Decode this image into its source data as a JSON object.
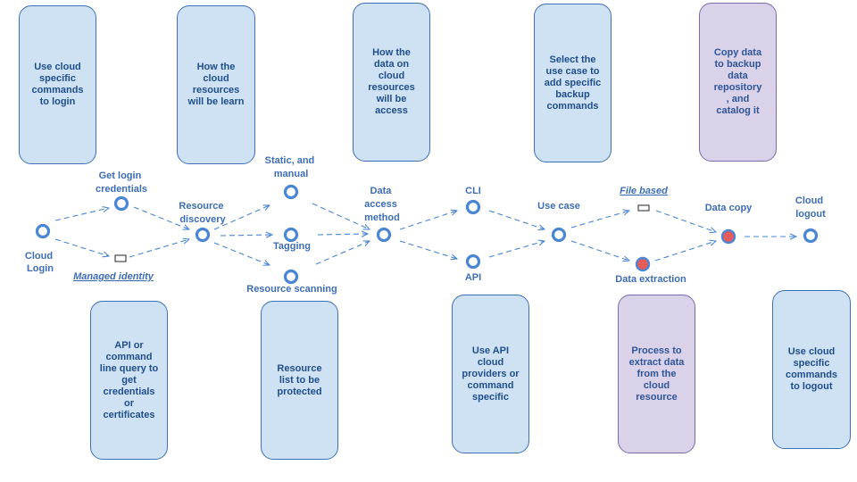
{
  "cards": {
    "login_commands": "Use cloud\nspecific\ncommands\nto login",
    "learn_resources": "How the\ncloud\nresources\nwill be learn",
    "access_data": "How the\ndata on\ncloud\nresources\nwill be\naccess",
    "use_case_commands": "Select the\nuse case to\nadd specific\nbackup\ncommands",
    "copy_catalog": "Copy data\nto backup\ndata\nrepository\n, and\ncatalog it",
    "credentials_query": "API or\ncommand\nline query to\nget\ncredentials\nor\ncertificates",
    "resource_list": "Resource\nlist to be\nprotected",
    "api_specific": "Use API\ncloud\nproviders or\ncommand\nspecific",
    "extract_process": "Process to\nextract data\nfrom the\ncloud\nresource",
    "logout_commands": "Use cloud\nspecific\ncommands\nto logout"
  },
  "nodes": {
    "cloud_login": [
      "Cloud",
      "Login"
    ],
    "get_login_credentials": [
      "Get login",
      "credentials"
    ],
    "managed_identity": "Managed identity",
    "resource_discovery": [
      "Resource",
      "discovery"
    ],
    "static_manual": [
      "Static, and",
      "manual"
    ],
    "tagging": "Tagging",
    "resource_scanning": "Resource scanning",
    "data_access_method": [
      "Data",
      "access",
      "method"
    ],
    "cli": "CLI",
    "api": "API",
    "use_case": "Use case",
    "file_based": "File based",
    "data_extraction": "Data extraction",
    "data_copy": "Data copy",
    "cloud_logout": [
      "Cloud",
      "logout"
    ]
  },
  "colors": {
    "card_blue": "#cfe2f3",
    "card_purple": "#d9d2e9",
    "flow_blue": "#4a86d4",
    "label_blue": "#3d6db5",
    "extraction_red": "#e85b5b"
  }
}
